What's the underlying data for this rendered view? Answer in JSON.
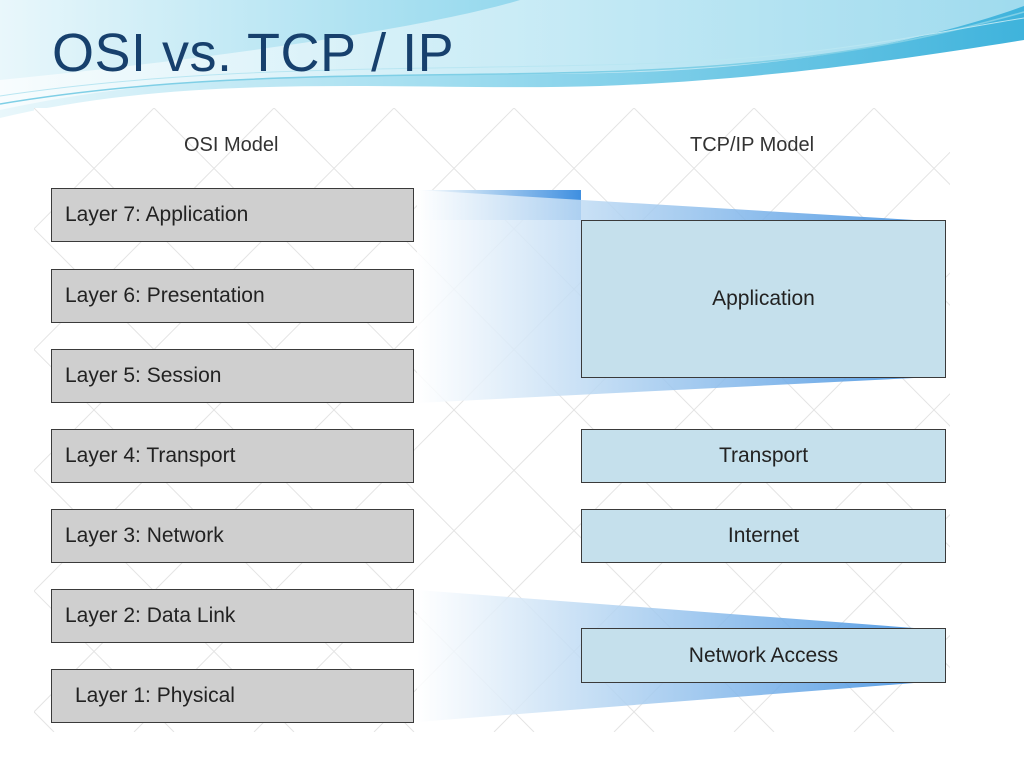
{
  "slide": {
    "title": "OSI vs. TCP / IP"
  },
  "diagram": {
    "osi_heading": "OSI Model",
    "tcpip_heading": "TCP/IP Model",
    "osi_layers": [
      "Layer 7: Application",
      "Layer 6: Presentation",
      "Layer 5: Session",
      "Layer 4: Transport",
      "Layer 3: Network",
      "Layer 2: Data Link",
      "Layer 1: Physical"
    ],
    "tcpip_layers": [
      "Application",
      "Transport",
      "Internet",
      "Network Access"
    ]
  },
  "colors": {
    "title": "#17406d",
    "osi_box": "#cfcfcf",
    "tcpip_box": "#c5e0ec",
    "mapping_gradient": "#3f8fe0",
    "accent_wave": "#5cc6e6"
  }
}
